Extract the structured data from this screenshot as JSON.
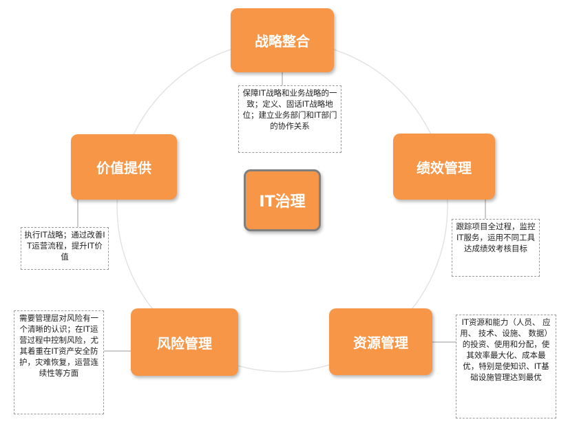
{
  "center": {
    "label": "IT治理"
  },
  "nodes": [
    {
      "id": "strategy",
      "label": "战略整合",
      "description": "保障IT战略和业务战略的一致；定义、固话IT战略地位；建立业务部门和IT部门的协作关系"
    },
    {
      "id": "performance",
      "label": "绩效管理",
      "description": "跟踪项目全过程，监控IT服务，运用不同工具达成绩效考核目标"
    },
    {
      "id": "resource",
      "label": "资源管理",
      "description": "IT资源和能力（人员、 应用、 技术、设施、 数据）的投资、使用和分配，使其效率最大化、成本最优，特别是使知识、IT基础设施管理达到最优"
    },
    {
      "id": "risk",
      "label": "风险管理",
      "description": "需要管理层对风险有一个清晰的认识；在IT运营过程中控制风险，尤其着重在IT资产安全防护，灾难恢复，运营连续性等方面"
    },
    {
      "id": "value",
      "label": "价值提供",
      "description": "执行IT战略；通过改善IT运营流程，提升IT价值"
    }
  ],
  "colors": {
    "node_fill": "#f79646",
    "node_text": "#ffffff",
    "center_border": "#7f7f7f",
    "ring": "#e3e3e3",
    "connector": "#9a9a9a"
  }
}
